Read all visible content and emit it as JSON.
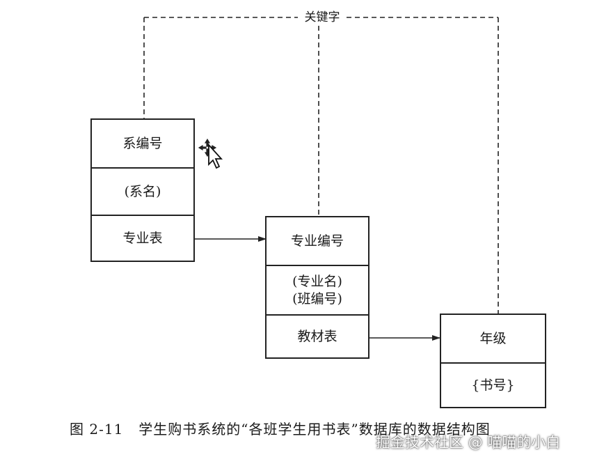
{
  "diagram": {
    "keyword_label": "关键字",
    "boxes": {
      "department": {
        "cells": [
          "系编号",
          "(系名)",
          "专业表"
        ]
      },
      "major": {
        "cells": [
          "专业编号",
          "(专业名)\n(班编号)",
          "教材表"
        ]
      },
      "grade": {
        "cells": [
          "年级",
          "{书号}"
        ]
      }
    },
    "caption": {
      "number": "图 2-11",
      "text": "学生购书系统的“各班学生用书表”数据库的数据结构图"
    },
    "watermark": "掘金技术社区 @ 喵喵的小白",
    "colors": {
      "line": "#222222",
      "background": "#ffffff"
    },
    "icons": {
      "cursor": "move-cursor-icon"
    }
  }
}
